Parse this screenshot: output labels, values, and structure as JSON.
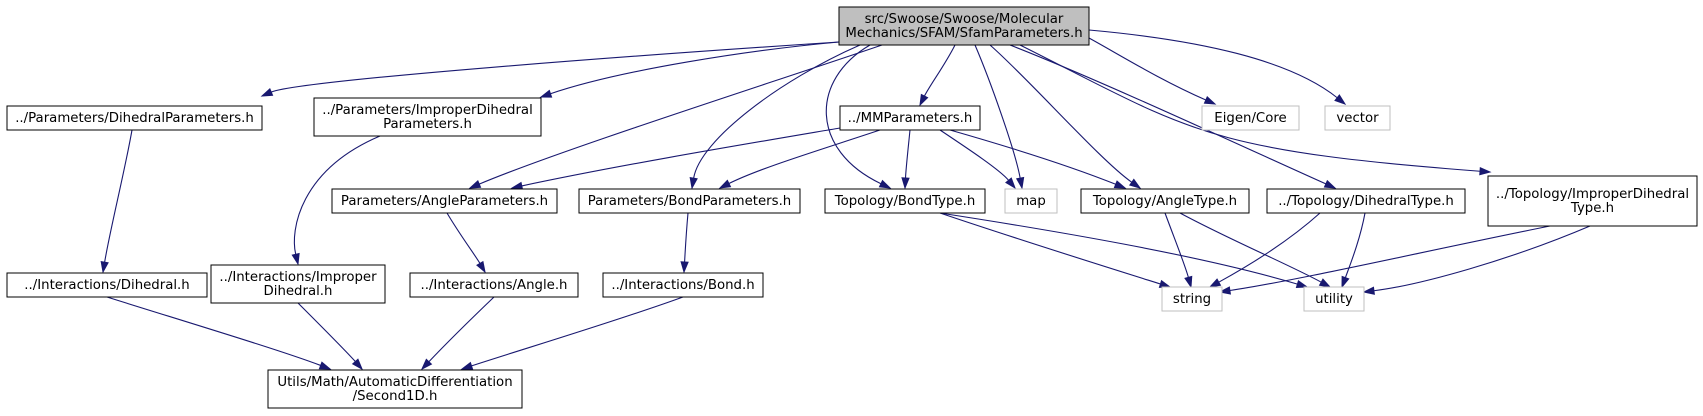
{
  "colors": {
    "edge": "#191970",
    "root_fill": "#bfbfbf",
    "node_fill": "#ffffff",
    "node_border": "#000000",
    "external_border": "#bfbfbf"
  },
  "nodes": [
    {
      "id": "root",
      "lines": [
        "src/Swoose/Swoose/Molecular",
        "Mechanics/SFAM/SfamParameters.h"
      ],
      "kind": "root"
    },
    {
      "id": "dihedral_params",
      "lines": [
        "../Parameters/DihedralParameters.h"
      ],
      "kind": "header"
    },
    {
      "id": "improper_params",
      "lines": [
        "../Parameters/ImproperDihedral",
        "Parameters.h"
      ],
      "kind": "header"
    },
    {
      "id": "mm_params",
      "lines": [
        "../MMParameters.h"
      ],
      "kind": "header"
    },
    {
      "id": "eigen_core",
      "lines": [
        "Eigen/Core"
      ],
      "kind": "external"
    },
    {
      "id": "vector",
      "lines": [
        "vector"
      ],
      "kind": "external"
    },
    {
      "id": "angle_params",
      "lines": [
        "Parameters/AngleParameters.h"
      ],
      "kind": "header"
    },
    {
      "id": "bond_params",
      "lines": [
        "Parameters/BondParameters.h"
      ],
      "kind": "header"
    },
    {
      "id": "bond_type",
      "lines": [
        "Topology/BondType.h"
      ],
      "kind": "header"
    },
    {
      "id": "map",
      "lines": [
        "map"
      ],
      "kind": "external"
    },
    {
      "id": "angle_type",
      "lines": [
        "Topology/AngleType.h"
      ],
      "kind": "header"
    },
    {
      "id": "dihedral_type",
      "lines": [
        "../Topology/DihedralType.h"
      ],
      "kind": "header"
    },
    {
      "id": "improper_type",
      "lines": [
        "../Topology/ImproperDihedral",
        "Type.h"
      ],
      "kind": "header"
    },
    {
      "id": "int_dihedral",
      "lines": [
        "../Interactions/Dihedral.h"
      ],
      "kind": "header"
    },
    {
      "id": "int_improper",
      "lines": [
        "../Interactions/Improper",
        "Dihedral.h"
      ],
      "kind": "header"
    },
    {
      "id": "int_angle",
      "lines": [
        "../Interactions/Angle.h"
      ],
      "kind": "header"
    },
    {
      "id": "int_bond",
      "lines": [
        "../Interactions/Bond.h"
      ],
      "kind": "header"
    },
    {
      "id": "string",
      "lines": [
        "string"
      ],
      "kind": "external"
    },
    {
      "id": "utility",
      "lines": [
        "utility"
      ],
      "kind": "external"
    },
    {
      "id": "second1d",
      "lines": [
        "Utils/Math/AutomaticDifferentiation",
        "/Second1D.h"
      ],
      "kind": "header"
    }
  ],
  "edges": [
    {
      "from": "root",
      "to": "dihedral_params"
    },
    {
      "from": "root",
      "to": "improper_params"
    },
    {
      "from": "root",
      "to": "angle_params"
    },
    {
      "from": "root",
      "to": "bond_params"
    },
    {
      "from": "root",
      "to": "mm_params"
    },
    {
      "from": "root",
      "to": "bond_type"
    },
    {
      "from": "root",
      "to": "map"
    },
    {
      "from": "root",
      "to": "angle_type"
    },
    {
      "from": "root",
      "to": "dihedral_type"
    },
    {
      "from": "root",
      "to": "improper_type"
    },
    {
      "from": "root",
      "to": "eigen_core"
    },
    {
      "from": "root",
      "to": "vector"
    },
    {
      "from": "dihedral_params",
      "to": "int_dihedral"
    },
    {
      "from": "improper_params",
      "to": "int_improper"
    },
    {
      "from": "mm_params",
      "to": "angle_params"
    },
    {
      "from": "mm_params",
      "to": "bond_params"
    },
    {
      "from": "mm_params",
      "to": "bond_type"
    },
    {
      "from": "mm_params",
      "to": "map"
    },
    {
      "from": "mm_params",
      "to": "angle_type"
    },
    {
      "from": "angle_params",
      "to": "int_angle"
    },
    {
      "from": "bond_params",
      "to": "int_bond"
    },
    {
      "from": "bond_type",
      "to": "string"
    },
    {
      "from": "bond_type",
      "to": "utility"
    },
    {
      "from": "angle_type",
      "to": "string"
    },
    {
      "from": "angle_type",
      "to": "utility"
    },
    {
      "from": "dihedral_type",
      "to": "string"
    },
    {
      "from": "dihedral_type",
      "to": "utility"
    },
    {
      "from": "improper_type",
      "to": "string"
    },
    {
      "from": "improper_type",
      "to": "utility"
    },
    {
      "from": "int_dihedral",
      "to": "second1d"
    },
    {
      "from": "int_improper",
      "to": "second1d"
    },
    {
      "from": "int_angle",
      "to": "second1d"
    },
    {
      "from": "int_bond",
      "to": "second1d"
    }
  ]
}
